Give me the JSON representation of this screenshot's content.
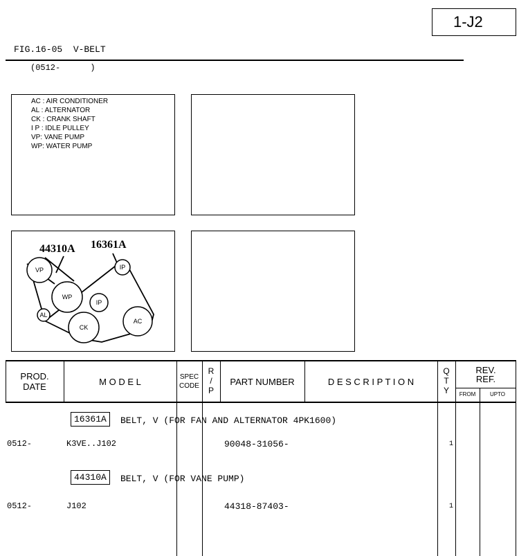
{
  "page_id": "1-J2",
  "figure_title": "FIG.16-05  V-BELT",
  "figure_range": "(0512-      )",
  "legend": [
    "AC : AIR CONDITIONER",
    "AL : ALTERNATOR",
    "CK : CRANK SHAFT",
    "I P : IDLE PULLEY",
    "VP: VANE PUMP",
    "WP: WATER PUMP"
  ],
  "diagram": {
    "callout_left": "44310A",
    "callout_right": "16361A",
    "pulleys": {
      "vp_top": "VP",
      "wp": "WP",
      "ip_top": "IP",
      "ip_mid": "IP",
      "al": "AL",
      "ck": "CK",
      "ac": "AC"
    }
  },
  "table": {
    "headers": {
      "prod_date": "PROD.\nDATE",
      "model": "M O D E L",
      "spec_code": "SPEC\nCODE",
      "rp": "R\n/\nP",
      "part_number": "PART NUMBER",
      "description": "D E S C R I P T I O N",
      "qty": "Q\nT\nY",
      "rev_ref": "REV.\nREF.",
      "from": "FROM",
      "upto": "UPTO"
    },
    "groups": [
      {
        "ref": "16361A",
        "title": "BELT, V (FOR FAN AND ALTERNATOR 4PK1600)",
        "row": {
          "date": "0512-",
          "model": "K3VE..J102",
          "part_number": "90048-31056-",
          "qty": "1"
        }
      },
      {
        "ref": "44310A",
        "title": "BELT, V (FOR VANE PUMP)",
        "row": {
          "date": "0512-",
          "model": "J102",
          "part_number": "44318-87403-",
          "qty": "1"
        }
      }
    ]
  }
}
